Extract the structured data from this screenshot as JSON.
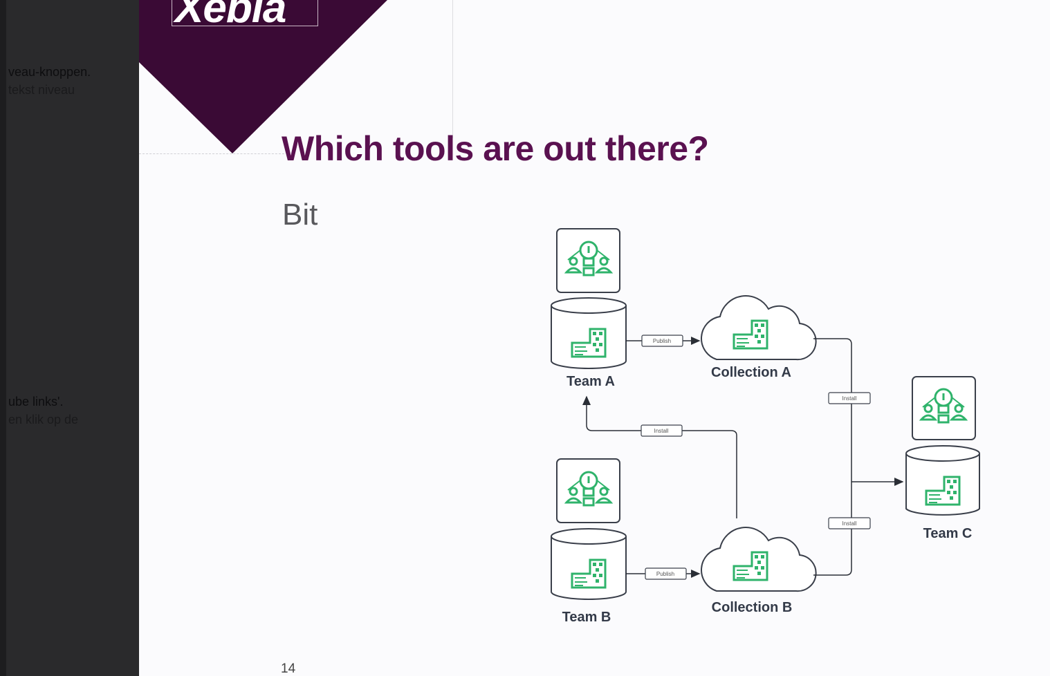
{
  "notes_panel": {
    "lines": [
      {
        "text": "veau-knoppen."
      },
      {
        "text": "tekst niveau"
      },
      {
        "text": "ube links'."
      },
      {
        "text": "en klik op de"
      }
    ]
  },
  "slide": {
    "logo_text": "Xebia",
    "title": "Which tools are out there?",
    "subtitle": "Bit",
    "page_number": "14"
  },
  "diagram": {
    "nodes": {
      "team_a": "Team A",
      "team_b": "Team B",
      "team_c": "Team C",
      "collection_a": "Collection A",
      "collection_b": "Collection B"
    },
    "edge_labels": {
      "publish_a": "Publish",
      "publish_b": "Publish",
      "install_b_to_a": "Install",
      "install_a_to_c": "Install",
      "install_b_to_c": "Install"
    },
    "colors": {
      "icon_green": "#2fb36b",
      "outline": "#3a3f4a",
      "title_purple": "#5a1150",
      "logo_purple": "#3a0a35"
    }
  }
}
